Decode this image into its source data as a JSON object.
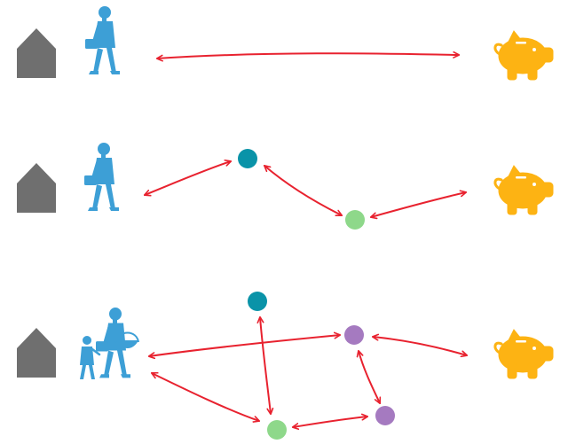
{
  "colors": {
    "house": "#6f6f6f",
    "person": "#3d9fd6",
    "piggy_bank": "#fdb313",
    "arrow": "#e8222f",
    "node_teal": "#0a93a8",
    "node_green": "#8ed88a",
    "node_purple": "#a57ac0"
  },
  "icons": {
    "house": "house-icon",
    "person": "commuter-icon",
    "person_with_child": "parent-with-child-icon",
    "piggy_bank": "piggy-bank-icon"
  },
  "rows": [
    {
      "name": "direct-trip",
      "nodes": [],
      "links": [
        [
          "person",
          "bank"
        ]
      ]
    },
    {
      "name": "trip-with-two-stops",
      "nodes": [
        "teal",
        "green"
      ],
      "links": [
        [
          "person",
          "teal"
        ],
        [
          "teal",
          "green"
        ],
        [
          "green",
          "bank"
        ]
      ]
    },
    {
      "name": "trip-with-four-stops",
      "nodes": [
        "teal",
        "purple",
        "green",
        "purple"
      ],
      "links": [
        [
          "person",
          "purple-1"
        ],
        [
          "purple-1",
          "bank"
        ],
        [
          "person",
          "green"
        ],
        [
          "green",
          "purple-2"
        ],
        [
          "purple-1",
          "purple-2"
        ],
        [
          "teal",
          "green"
        ]
      ]
    }
  ]
}
